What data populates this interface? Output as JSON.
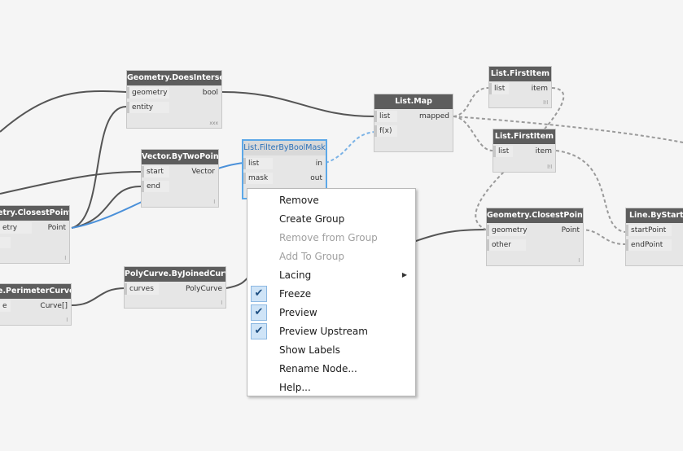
{
  "nodes": {
    "does_intersect": {
      "title": "Geometry.DoesIntersect",
      "inputs": [
        "geometry",
        "entity"
      ],
      "output": "bool",
      "foot": "xxx"
    },
    "vector": {
      "title": "Vector.ByTwoPoints",
      "inputs": [
        "start",
        "end"
      ],
      "output": "Vector",
      "foot": "l"
    },
    "closest_left": {
      "title": "etry.ClosestPointTo",
      "inputs": [
        "etry",
        ""
      ],
      "output": "Point",
      "foot": "l"
    },
    "perimeter": {
      "title": "e.PerimeterCurves",
      "inputs": [
        "e"
      ],
      "output": "Curve[]",
      "foot": "l"
    },
    "polycurve": {
      "title": "PolyCurve.ByJoinedCurves",
      "inputs": [
        "curves"
      ],
      "output": "PolyCurve",
      "foot": "l"
    },
    "filter": {
      "title": "List.FilterByBoolMask",
      "inputs": [
        "list",
        "mask"
      ],
      "outputs": [
        "in",
        "out"
      ]
    },
    "map": {
      "title": "List.Map",
      "inputs": [
        "list",
        "f(x)"
      ],
      "output": "mapped"
    },
    "first1": {
      "title": "List.FirstItem",
      "inputs": [
        "list"
      ],
      "output": "item",
      "foot": "l!l"
    },
    "first2": {
      "title": "List.FirstItem",
      "inputs": [
        "list"
      ],
      "output": "item",
      "foot": "l!l"
    },
    "closest_right": {
      "title": "Geometry.ClosestPointTo",
      "inputs": [
        "geometry",
        "other"
      ],
      "output": "Point",
      "foot": "l"
    },
    "line": {
      "title": "Line.ByStartPo",
      "inputs": [
        "startPoint",
        "endPoint"
      ]
    }
  },
  "context_menu": {
    "items": [
      {
        "label": "Remove",
        "enabled": true
      },
      {
        "label": "Create Group",
        "enabled": true
      },
      {
        "label": "Remove from Group",
        "enabled": false
      },
      {
        "label": "Add To Group",
        "enabled": false
      },
      {
        "label": "Lacing",
        "enabled": true,
        "submenu": true
      },
      {
        "label": "Freeze",
        "enabled": true,
        "checked": true
      },
      {
        "label": "Preview",
        "enabled": true,
        "checked": true
      },
      {
        "label": "Preview Upstream",
        "enabled": true,
        "checked": true
      },
      {
        "label": "Show Labels",
        "enabled": true
      },
      {
        "label": "Rename Node...",
        "enabled": true
      },
      {
        "label": "Help...",
        "enabled": true
      }
    ]
  },
  "colors": {
    "wire": "#555555",
    "selected_wire": "#4a90d9",
    "node_header": "#5d5d5d",
    "selection": "#5ca8e8"
  },
  "icons": {
    "check": "checkmark-icon",
    "submenu": "submenu-arrow-icon"
  }
}
